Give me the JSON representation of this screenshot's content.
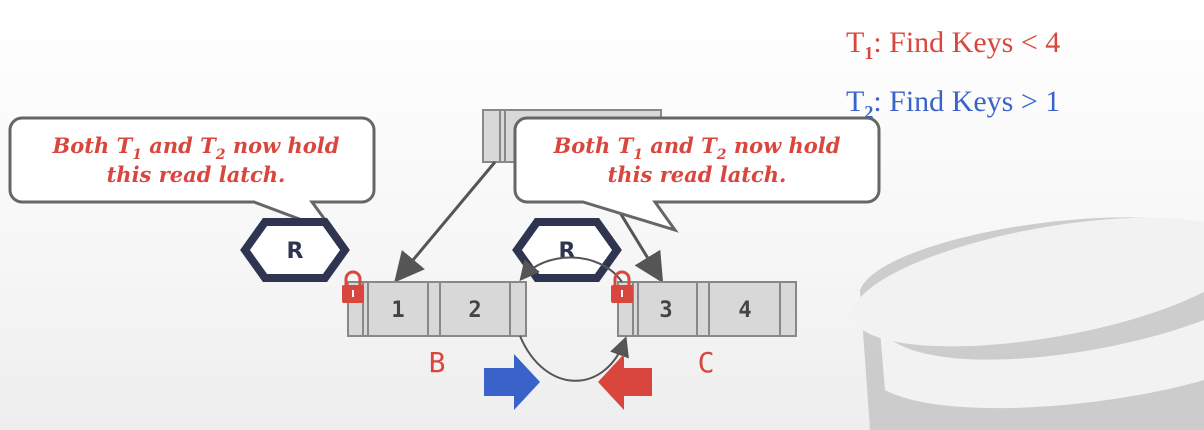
{
  "transactions": {
    "t1": {
      "name": "T",
      "sub": "1",
      "text": ": Find Keys < 4",
      "color": "#d9463e"
    },
    "t2": {
      "name": "T",
      "sub": "2",
      "text": ": Find Keys > 1",
      "color": "#3a63c9"
    }
  },
  "callouts": [
    {
      "line1_a": "Both T",
      "line1_s1": "1",
      "line1_b": " and T",
      "line1_s2": "2",
      "line1_c": " now hold",
      "line2": "this read latch."
    },
    {
      "line1_a": "Both T",
      "line1_s1": "1",
      "line1_b": " and T",
      "line1_s2": "2",
      "line1_c": " now hold",
      "line2": "this read latch."
    }
  ],
  "latches": [
    {
      "label": "R"
    },
    {
      "label": "R"
    }
  ],
  "nodes": {
    "b": {
      "label": "B",
      "keys": [
        "1",
        "2"
      ]
    },
    "c": {
      "label": "C",
      "keys": [
        "3",
        "4"
      ]
    }
  },
  "colors": {
    "accent_red": "#d9463e",
    "accent_blue": "#3a63c9",
    "latch_border": "#2f3550",
    "node_fill": "#d8d8d8"
  }
}
